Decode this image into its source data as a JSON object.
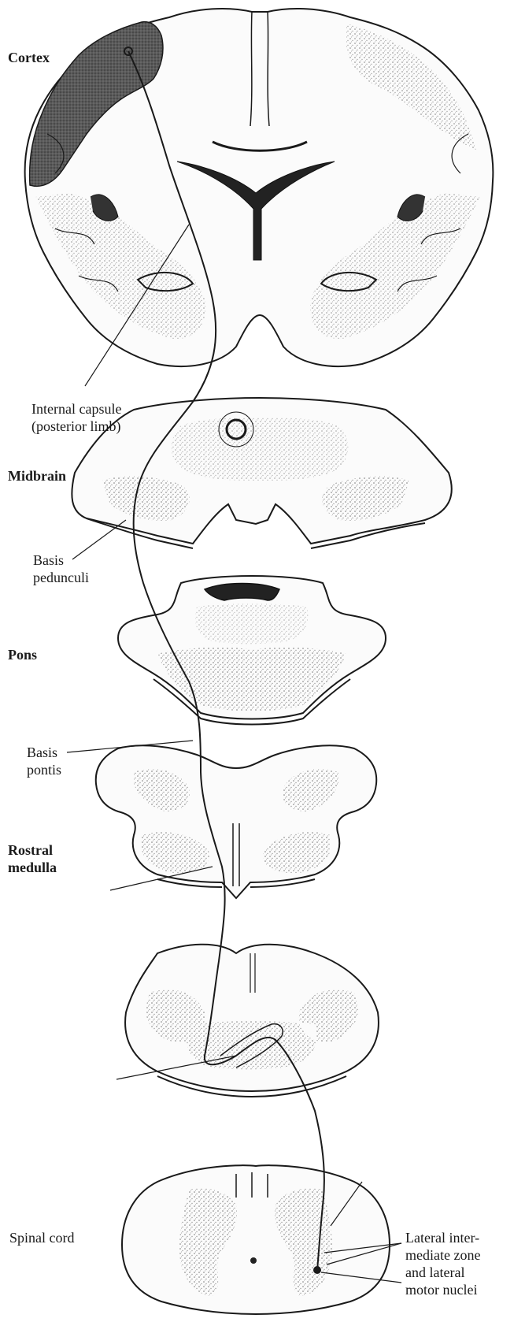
{
  "labels": {
    "cortex": "Cortex",
    "internal_capsule_1": "Internal capsule",
    "internal_capsule_2": "(posterior limb)",
    "midbrain": "Midbrain",
    "basis_pedunculi_1": "Basis",
    "basis_pedunculi_2": "pedunculi",
    "pons": "Pons",
    "basis_pontis_1": "Basis",
    "basis_pontis_2": "pontis",
    "rostral_medulla_1": "Rostral",
    "rostral_medulla_2": "medulla",
    "spinal_cord": "Spinal cord",
    "lateral_1": "Lateral inter-",
    "lateral_2": "mediate zone",
    "lateral_3": "and lateral",
    "lateral_4": "motor nuclei"
  },
  "colors": {
    "ink": "#1a1a1a",
    "cortex_shade": "#4a4a4a",
    "stipple": "#8a8a8a",
    "light_fill": "#f4f4f4"
  }
}
